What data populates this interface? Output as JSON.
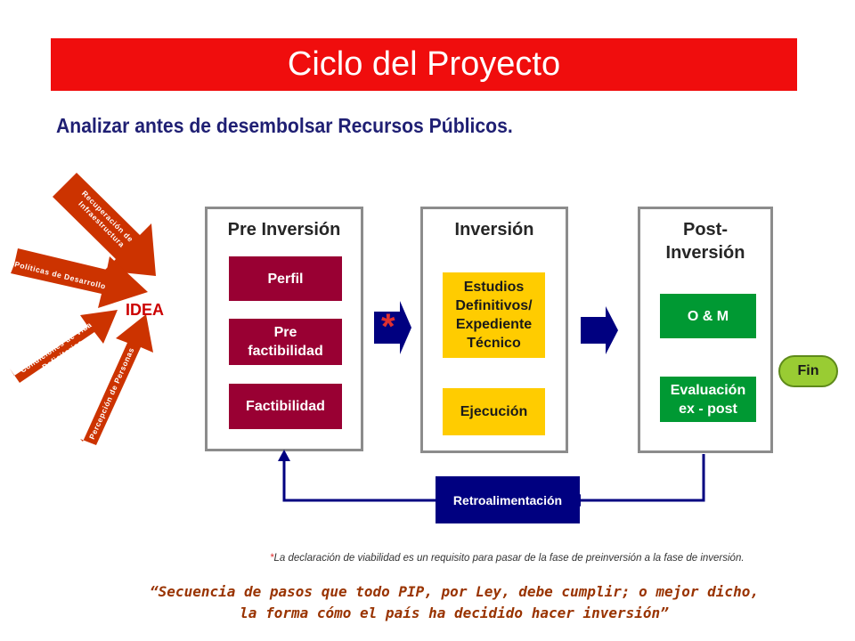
{
  "header": {
    "title": "Ciclo del Proyecto"
  },
  "subtitle": "Analizar antes de desembolsar  Recursos Públicos.",
  "origins": {
    "arrows": [
      "Recuperación de Infraestructura",
      "Políticas de Desarrollo",
      "Condiciones de Vida Deficitarias",
      "Percepción de Personas"
    ],
    "idea_label": "IDEA"
  },
  "phases": {
    "preinversion": {
      "title": "Pre Inversión",
      "items": [
        "Perfil",
        "Pre factibilidad",
        "Factibilidad"
      ]
    },
    "inversion": {
      "title": "Inversión",
      "items": [
        "Estudios Definitivos/ Expediente Técnico",
        "Ejecución"
      ]
    },
    "postinversion": {
      "title": "Post- Inversión",
      "items": [
        "O & M",
        "Evaluación ex - post"
      ]
    }
  },
  "asterisk": "*",
  "fin_label": "Fin",
  "feedback_label": "Retroalimentación",
  "footnote": {
    "star": "*",
    "text": "La declaración de viabilidad es un requisito para pasar de la fase de preinversión a la fase de inversión."
  },
  "quote": {
    "line1": "“Secuencia de pasos que todo PIP, por Ley, debe cumplir; o mejor dicho,",
    "line2": "la forma cómo el país ha decidido hacer inversión”"
  },
  "colors": {
    "title_bar": "#f00d0d",
    "subtitle": "#1f1f73",
    "maroon": "#990033",
    "yellow": "#ffcc00",
    "green": "#009933",
    "navy": "#000080",
    "origin_arrow": "#cc3300",
    "fin": "#99cc33"
  }
}
